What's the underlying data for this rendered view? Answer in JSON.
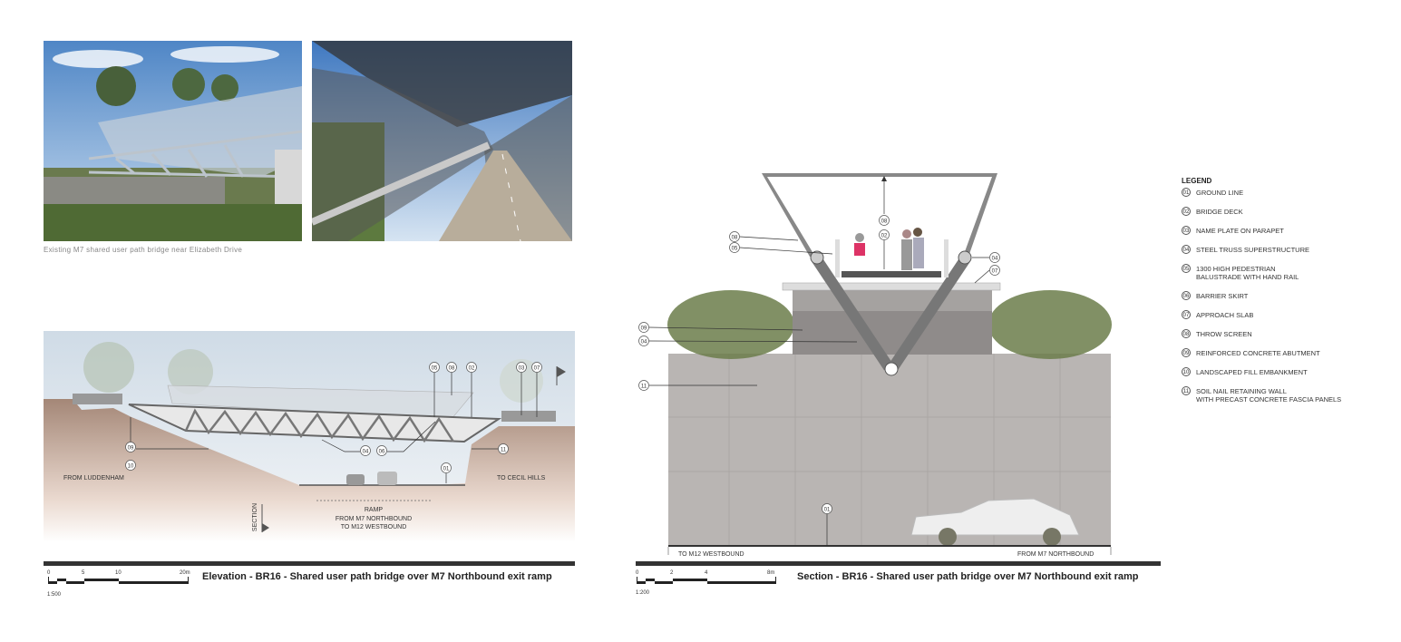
{
  "photos": {
    "caption": "Existing M7 shared user path bridge near Elizabeth Drive"
  },
  "elevation": {
    "title": "Elevation - BR16 - Shared user path bridge over M7 Northbound exit ramp",
    "scale_ratio": "1:500",
    "scale_ticks": [
      "0",
      "5",
      "10",
      "20m"
    ],
    "labels": {
      "from": "FROM LUDDENHAM",
      "to": "TO CECIL HILLS",
      "ramp_1": "RAMP",
      "ramp_2": "FROM M7 NORTHBOUND",
      "ramp_3": "TO M12 WESTBOUND",
      "section": "SECTION"
    },
    "callouts": [
      "05",
      "08",
      "02",
      "03",
      "07",
      "09",
      "10",
      "04",
      "06",
      "11",
      "01"
    ]
  },
  "section": {
    "title": "Section - BR16 - Shared user path bridge over M7 Northbound exit ramp",
    "scale_ratio": "1:200",
    "scale_ticks": [
      "0",
      "2",
      "4",
      "8m"
    ],
    "labels": {
      "left": "TO M12 WESTBOUND",
      "right": "FROM M7 NORTHBOUND"
    },
    "callouts": [
      "08",
      "02",
      "08",
      "05",
      "04",
      "07",
      "09",
      "04",
      "11",
      "01"
    ]
  },
  "legend": {
    "heading": "LEGEND",
    "items": [
      {
        "num": "01",
        "text": "GROUND LINE"
      },
      {
        "num": "02",
        "text": "BRIDGE DECK"
      },
      {
        "num": "03",
        "text": "NAME PLATE ON PARAPET"
      },
      {
        "num": "04",
        "text": "STEEL TRUSS SUPERSTRUCTURE"
      },
      {
        "num": "05",
        "text": "1300 HIGH PEDESTRIAN\nBALUSTRADE WITH HAND RAIL"
      },
      {
        "num": "06",
        "text": "BARRIER SKIRT"
      },
      {
        "num": "07",
        "text": "APPROACH SLAB"
      },
      {
        "num": "08",
        "text": "THROW SCREEN"
      },
      {
        "num": "09",
        "text": "REINFORCED CONCRETE ABUTMENT"
      },
      {
        "num": "10",
        "text": "LANDSCAPED FILL EMBANKMENT"
      },
      {
        "num": "11",
        "text": "SOIL NAIL RETAINING WALL\nWITH PRECAST CONCRETE FASCIA PANELS"
      }
    ]
  },
  "colors": {
    "earth": "#a48777",
    "concrete": "#b9b5b3",
    "vegetation": "#5f7a3e",
    "title_bar": "#333333"
  }
}
